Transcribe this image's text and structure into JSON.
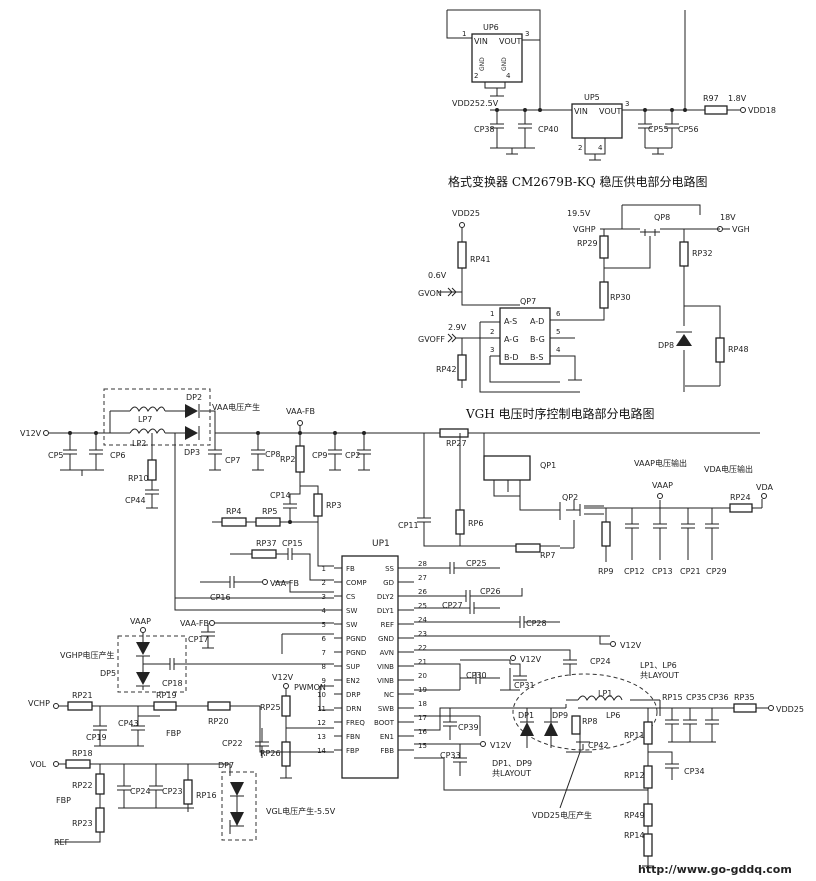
{
  "captions": {
    "regulator": "格式变换器 CM2679B-KQ 稳压供电部分电路图",
    "vgh": "VGH 电压时序控制电路部分电路图"
  },
  "watermark": "http://www.go-gddq.com",
  "top_section": {
    "ics": [
      "UP6",
      "UP5"
    ],
    "pins": {
      "vin": "VIN",
      "vout": "VOUT",
      "gnd": "GND",
      "p1": "1",
      "p2": "2",
      "p3": "3",
      "p4": "4"
    },
    "nets": {
      "vdd25": "VDD25",
      "v25": "2.5V",
      "v18": "1.8V",
      "vdd18": "VDD18"
    },
    "parts": [
      "CP38",
      "CP40",
      "CP55",
      "CP56",
      "R97"
    ]
  },
  "vgh_section": {
    "nets": {
      "vdd25": "VDD25",
      "v06": "0.6V",
      "gvon": "GVON",
      "v29": "2.9V",
      "gvoff": "GVOFF",
      "v195": "19.5V",
      "vghp": "VGHP",
      "v18": "18V",
      "vgh": "VGH"
    },
    "parts": [
      "RP41",
      "RP42",
      "RP29",
      "RP30",
      "RP32",
      "RP48",
      "QP8",
      "QP7",
      "DP8"
    ],
    "qp7_pins": [
      "A-S",
      "A-G",
      "B-D",
      "A-D",
      "B-G",
      "B-S"
    ],
    "qp7_pin_numbers": [
      "1",
      "2",
      "3",
      "6",
      "5",
      "4"
    ]
  },
  "main_section": {
    "ic": "UP1",
    "left_pins": [
      {
        "num": "1",
        "name": "FB"
      },
      {
        "num": "2",
        "name": "COMP"
      },
      {
        "num": "3",
        "name": "CS"
      },
      {
        "num": "4",
        "name": "SW"
      },
      {
        "num": "5",
        "name": "SW"
      },
      {
        "num": "6",
        "name": "PGND"
      },
      {
        "num": "7",
        "name": "PGND"
      },
      {
        "num": "8",
        "name": "SUP"
      },
      {
        "num": "9",
        "name": "EN2"
      },
      {
        "num": "10",
        "name": "DRP"
      },
      {
        "num": "11",
        "name": "DRN"
      },
      {
        "num": "12",
        "name": "FREQ"
      },
      {
        "num": "13",
        "name": "FBN"
      },
      {
        "num": "14",
        "name": "FBP"
      }
    ],
    "right_pins": [
      {
        "num": "28",
        "name": "SS"
      },
      {
        "num": "27",
        "name": "GD"
      },
      {
        "num": "26",
        "name": "DLY2"
      },
      {
        "num": "25",
        "name": "DLY1"
      },
      {
        "num": "24",
        "name": "REF"
      },
      {
        "num": "23",
        "name": "GND"
      },
      {
        "num": "22",
        "name": "AVN"
      },
      {
        "num": "21",
        "name": "VINB"
      },
      {
        "num": "20",
        "name": "VINB"
      },
      {
        "num": "19",
        "name": "NC"
      },
      {
        "num": "18",
        "name": "SWB"
      },
      {
        "num": "17",
        "name": "BOOT"
      },
      {
        "num": "16",
        "name": "EN1"
      },
      {
        "num": "15",
        "name": "FBB"
      }
    ],
    "nets": {
      "v12v": "V12V",
      "vaafb": "VAA-FB",
      "vaap": "VAAP",
      "vghp_gen": "VGHP电压产生",
      "vchp": "VCHP",
      "vol": "VOL",
      "fbp": "FBP",
      "ref": "REF",
      "pwmon": "PWMON",
      "vaa_gen": "VAA电压产生",
      "vaap_out": "VAAP电压输出",
      "vda_out": "VDA电压输出",
      "vda": "VDA",
      "vaap2": "VAAP",
      "vgl_gen": "VGL电压产生-5.5V",
      "vdd25_gen": "VDD25电压产生",
      "vdd25": "VDD25",
      "lp_layout": "LP1、LP6",
      "lp_layout2": "共LAYOUT",
      "dp_layout": "DP1、DP9",
      "dp_layout2": "共LAYOUT"
    },
    "parts": {
      "lp7": "LP7",
      "lp2": "LP2",
      "dp2": "DP2",
      "dp3": "DP3",
      "cp5": "CP5",
      "cp6": "CP6",
      "cp7": "CP7",
      "cp8": "CP8",
      "cp9": "CP9",
      "cp2": "CP2",
      "rp2": "RP2",
      "rp10": "RP10",
      "cp44": "CP44",
      "cp14": "CP14",
      "rp3": "RP3",
      "rp4": "RP4",
      "rp5": "RP5",
      "rp37": "RP37",
      "cp15": "CP15",
      "cp16": "CP16",
      "cp17": "CP17",
      "dp5": "DP5",
      "cp18": "CP18",
      "rp21": "RP21",
      "cp19": "CP19",
      "cp43": "CP43",
      "rp19": "RP19",
      "rp20": "RP20",
      "rp25": "RP25",
      "cp22": "CP22",
      "rp26": "RP26",
      "rp18": "RP18",
      "rp22": "RP22",
      "cp24b": "CP24",
      "cp23": "CP23",
      "rp16": "RP16",
      "rp23": "RP23",
      "dp7": "DP7",
      "rp27": "RP27",
      "qp1": "QP1",
      "qp2": "QP2",
      "cp11": "CP11",
      "rp6": "RP6",
      "rp7": "RP7",
      "rp9": "RP9",
      "cp12": "CP12",
      "cp13": "CP13",
      "cp21": "CP21",
      "cp29": "CP29",
      "rp24": "RP24",
      "cp25": "CP25",
      "cp26": "CP26",
      "cp27": "CP27",
      "cp28": "CP28",
      "cp24": "CP24",
      "cp30": "CP30",
      "cp31": "CP31",
      "cp39": "CP39",
      "cp33": "CP33",
      "dp1": "DP1",
      "dp9": "DP9",
      "rp8": "RP8",
      "cp42": "CP42",
      "lp1": "LP1",
      "lp6": "LP6",
      "rp15": "RP15",
      "cp35": "CP35",
      "cp36": "CP36",
      "rp35": "RP35",
      "rp11": "RP11",
      "rp12": "RP12",
      "cp34": "CP34",
      "rp49": "RP49",
      "rp14": "RP14"
    }
  }
}
